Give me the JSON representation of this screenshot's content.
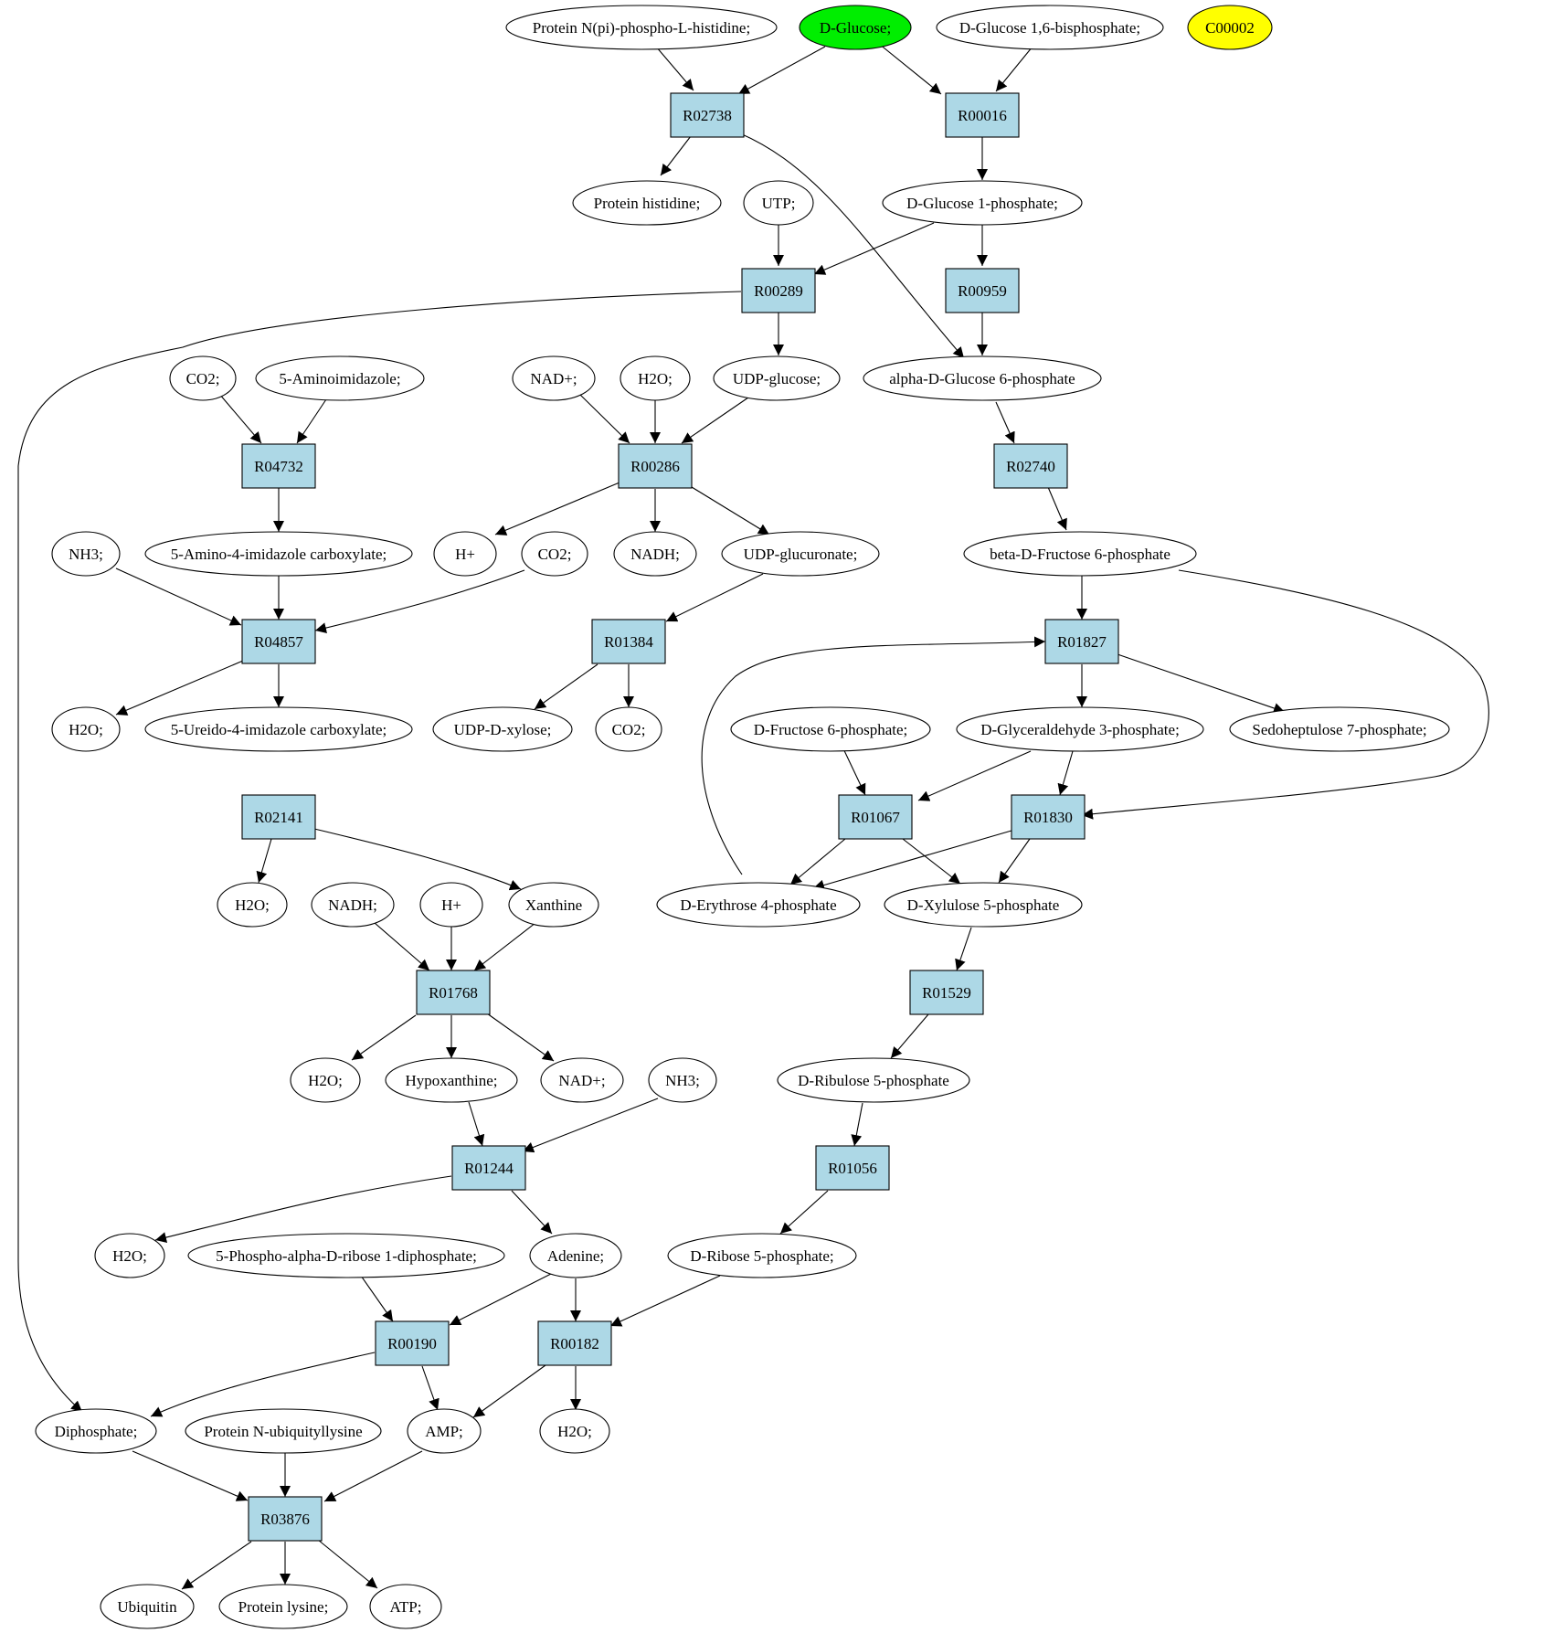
{
  "colors": {
    "reaction_fill": "#add8e6",
    "metabolite_fill": "#ffffff",
    "highlight_green": "#00ee00",
    "highlight_yellow": "#ffff00",
    "stroke": "#000000"
  },
  "diagram": {
    "reactions": [
      {
        "id": "r00016",
        "label": "R00016"
      },
      {
        "id": "r02738",
        "label": "R02738"
      },
      {
        "id": "r00289",
        "label": "R00289"
      },
      {
        "id": "r00959",
        "label": "R00959"
      },
      {
        "id": "r04732",
        "label": "R04732"
      },
      {
        "id": "r00286",
        "label": "R00286"
      },
      {
        "id": "r02740",
        "label": "R02740"
      },
      {
        "id": "r04857",
        "label": "R04857"
      },
      {
        "id": "r01384",
        "label": "R01384"
      },
      {
        "id": "r01827",
        "label": "R01827"
      },
      {
        "id": "r02141",
        "label": "R02141"
      },
      {
        "id": "r01067",
        "label": "R01067"
      },
      {
        "id": "r01830",
        "label": "R01830"
      },
      {
        "id": "r01768",
        "label": "R01768"
      },
      {
        "id": "r01529",
        "label": "R01529"
      },
      {
        "id": "r01244",
        "label": "R01244"
      },
      {
        "id": "r01056",
        "label": "R01056"
      },
      {
        "id": "r00190",
        "label": "R00190"
      },
      {
        "id": "r00182",
        "label": "R00182"
      },
      {
        "id": "r03876",
        "label": "R03876"
      }
    ],
    "metabolites": [
      {
        "id": "m_protnpi",
        "label": "Protein N(pi)-phospho-L-histidine;"
      },
      {
        "id": "m_dglucose",
        "label": "D-Glucose;",
        "highlight": "green"
      },
      {
        "id": "m_dg16bp",
        "label": "D-Glucose 1,6-bisphosphate;"
      },
      {
        "id": "m_c00002",
        "label": "C00002",
        "highlight": "yellow"
      },
      {
        "id": "m_protehis",
        "label": "Protein histidine;"
      },
      {
        "id": "m_utp",
        "label": "UTP;"
      },
      {
        "id": "m_dg1p",
        "label": "D-Glucose 1-phosphate;"
      },
      {
        "id": "m_co2a",
        "label": "CO2;"
      },
      {
        "id": "m_5ai",
        "label": "5-Aminoimidazole;"
      },
      {
        "id": "m_nadp1",
        "label": "NAD+;"
      },
      {
        "id": "m_h2oa",
        "label": "H2O;"
      },
      {
        "id": "m_udpglc",
        "label": "UDP-glucose;"
      },
      {
        "id": "m_adg6p",
        "label": "alpha-D-Glucose 6-phosphate"
      },
      {
        "id": "m_nh3a",
        "label": "NH3;"
      },
      {
        "id": "m_5a4ic",
        "label": "5-Amino-4-imidazole carboxylate;"
      },
      {
        "id": "m_hplus1",
        "label": "H+"
      },
      {
        "id": "m_co2b",
        "label": "CO2;"
      },
      {
        "id": "m_nadh1",
        "label": "NADH;"
      },
      {
        "id": "m_udpglcua",
        "label": "UDP-glucuronate;"
      },
      {
        "id": "m_bdf6p",
        "label": "beta-D-Fructose 6-phosphate"
      },
      {
        "id": "m_h2ob",
        "label": "H2O;"
      },
      {
        "id": "m_5u4ic",
        "label": "5-Ureido-4-imidazole carboxylate;"
      },
      {
        "id": "m_udpxyl",
        "label": "UDP-D-xylose;"
      },
      {
        "id": "m_co2c",
        "label": "CO2;"
      },
      {
        "id": "m_df6p",
        "label": "D-Fructose 6-phosphate;"
      },
      {
        "id": "m_dga3p",
        "label": "D-Glyceraldehyde 3-phosphate;"
      },
      {
        "id": "m_s7p",
        "label": "Sedoheptulose 7-phosphate;"
      },
      {
        "id": "m_h2oc",
        "label": "H2O;"
      },
      {
        "id": "m_nadh2",
        "label": "NADH;"
      },
      {
        "id": "m_hplus2",
        "label": "H+"
      },
      {
        "id": "m_xanth",
        "label": "Xanthine"
      },
      {
        "id": "m_de4p",
        "label": "D-Erythrose 4-phosphate"
      },
      {
        "id": "m_dx5p",
        "label": "D-Xylulose 5-phosphate"
      },
      {
        "id": "m_h2od",
        "label": "H2O;"
      },
      {
        "id": "m_hypox",
        "label": "Hypoxanthine;"
      },
      {
        "id": "m_nadp2",
        "label": "NAD+;"
      },
      {
        "id": "m_nh3b",
        "label": "NH3;"
      },
      {
        "id": "m_dru5p",
        "label": "D-Ribulose 5-phosphate"
      },
      {
        "id": "m_h2oe",
        "label": "H2O;"
      },
      {
        "id": "m_prpp",
        "label": "5-Phospho-alpha-D-ribose 1-diphosphate;"
      },
      {
        "id": "m_aden",
        "label": "Adenine;"
      },
      {
        "id": "m_dr5p",
        "label": "D-Ribose 5-phosphate;"
      },
      {
        "id": "m_diph",
        "label": "Diphosphate;"
      },
      {
        "id": "m_protnub",
        "label": "Protein N-ubiquityllysine"
      },
      {
        "id": "m_amp",
        "label": "AMP;"
      },
      {
        "id": "m_h2of",
        "label": "H2O;"
      },
      {
        "id": "m_ubiq",
        "label": "Ubiquitin"
      },
      {
        "id": "m_protlys",
        "label": "Protein lysine;"
      },
      {
        "id": "m_atp",
        "label": "ATP;"
      }
    ]
  }
}
